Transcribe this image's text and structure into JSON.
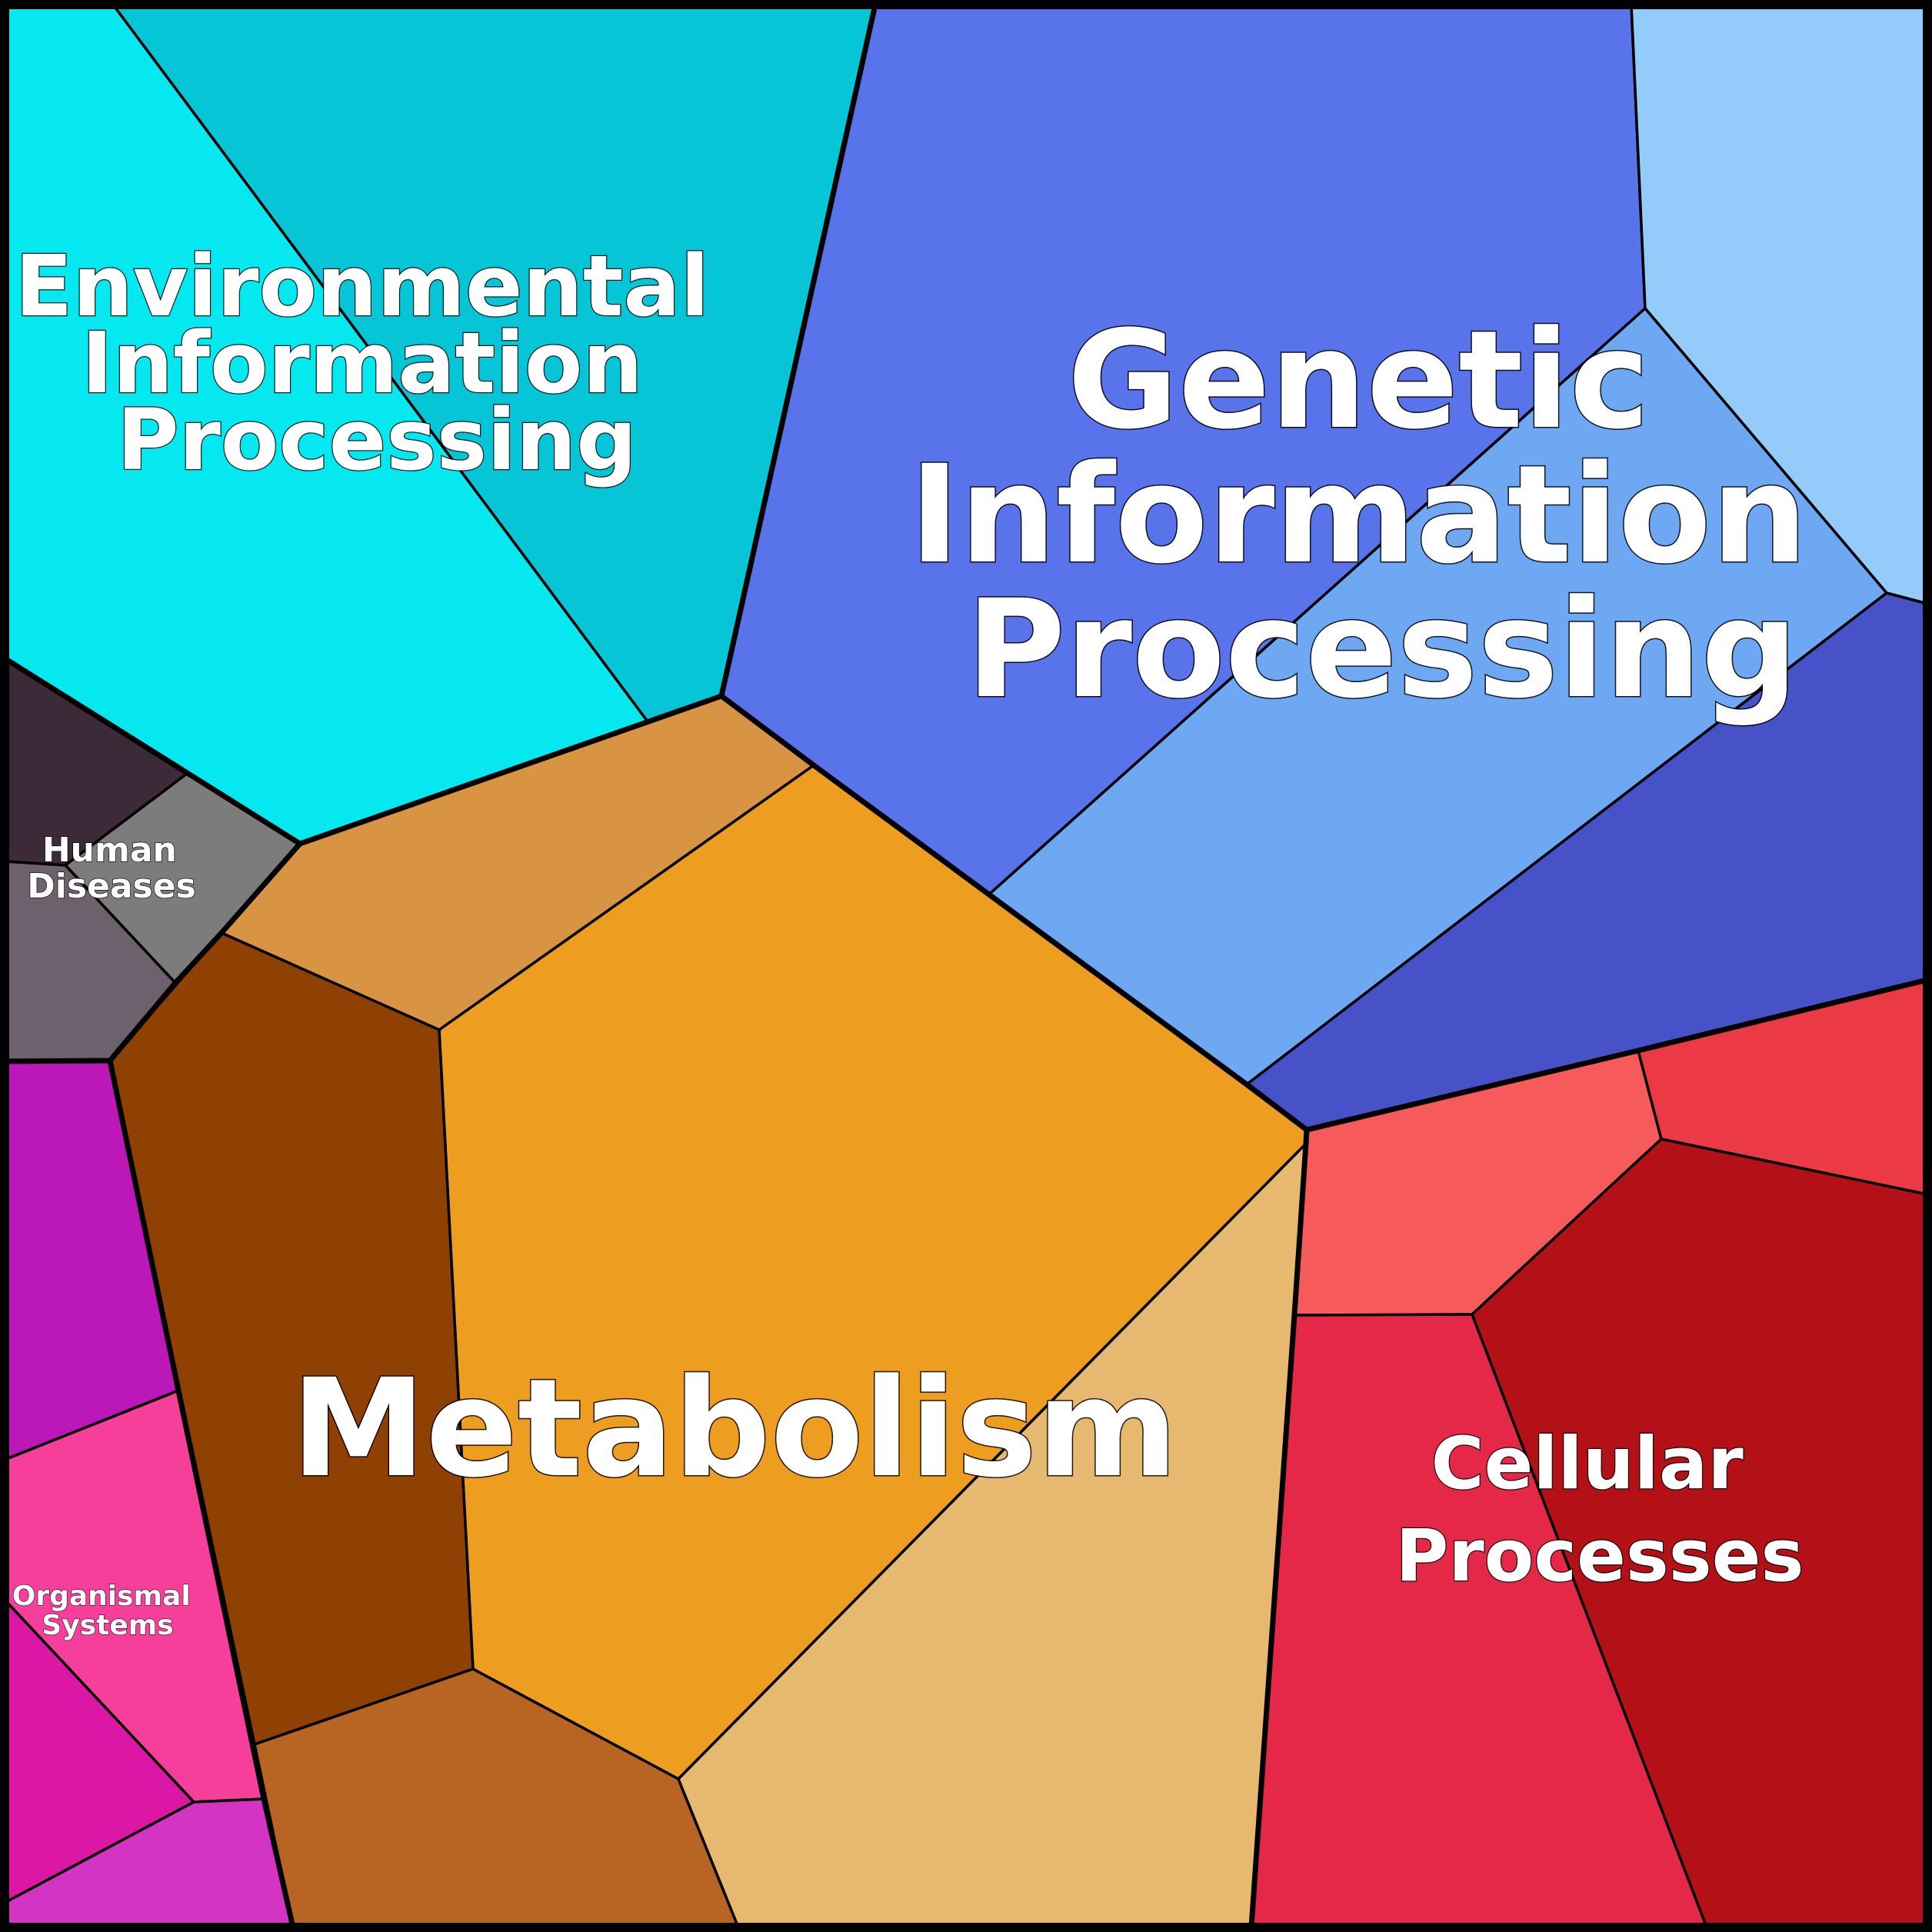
{
  "groups": [
    {
      "key": "environmental",
      "label_lines": [
        "Environmental",
        "Information",
        "Processing"
      ]
    },
    {
      "key": "genetic",
      "label_lines": [
        "Genetic",
        "Information",
        "Processing"
      ]
    },
    {
      "key": "metabolism",
      "label_lines": [
        "Metabolism"
      ]
    },
    {
      "key": "cellular",
      "label_lines": [
        "Cellular",
        "Processes"
      ]
    },
    {
      "key": "human_diseases",
      "label_lines": [
        "Human",
        "Diseases"
      ]
    },
    {
      "key": "organismal",
      "label_lines": [
        "Organismal",
        "Systems"
      ]
    }
  ],
  "cells": [
    {
      "group": "environmental",
      "color": "#05e8ef"
    },
    {
      "group": "environmental",
      "color": "#05c5d6"
    },
    {
      "group": "genetic",
      "color": "#5973ea"
    },
    {
      "group": "genetic",
      "color": "#93cbfb"
    },
    {
      "group": "genetic",
      "color": "#6ea8f3"
    },
    {
      "group": "genetic",
      "color": "#4751c8"
    },
    {
      "group": "human_diseases",
      "color": "#3c2a38"
    },
    {
      "group": "human_diseases",
      "color": "#7c7c7c"
    },
    {
      "group": "human_diseases",
      "color": "#6c616c"
    },
    {
      "group": "metabolism",
      "color": "#d99443"
    },
    {
      "group": "metabolism",
      "color": "#ed9d1f"
    },
    {
      "group": "metabolism",
      "color": "#8f4003"
    },
    {
      "group": "metabolism",
      "color": "#b86422"
    },
    {
      "group": "metabolism",
      "color": "#e7b870"
    },
    {
      "group": "cellular",
      "color": "#f65a5a"
    },
    {
      "group": "cellular",
      "color": "#eb3945"
    },
    {
      "group": "cellular",
      "color": "#b31017"
    },
    {
      "group": "cellular",
      "color": "#e52848"
    },
    {
      "group": "organismal",
      "color": "#bb18b7"
    },
    {
      "group": "organismal",
      "color": "#f63e9b"
    },
    {
      "group": "organismal",
      "color": "#dc17a6"
    },
    {
      "group": "organismal",
      "color": "#d334c4"
    }
  ]
}
